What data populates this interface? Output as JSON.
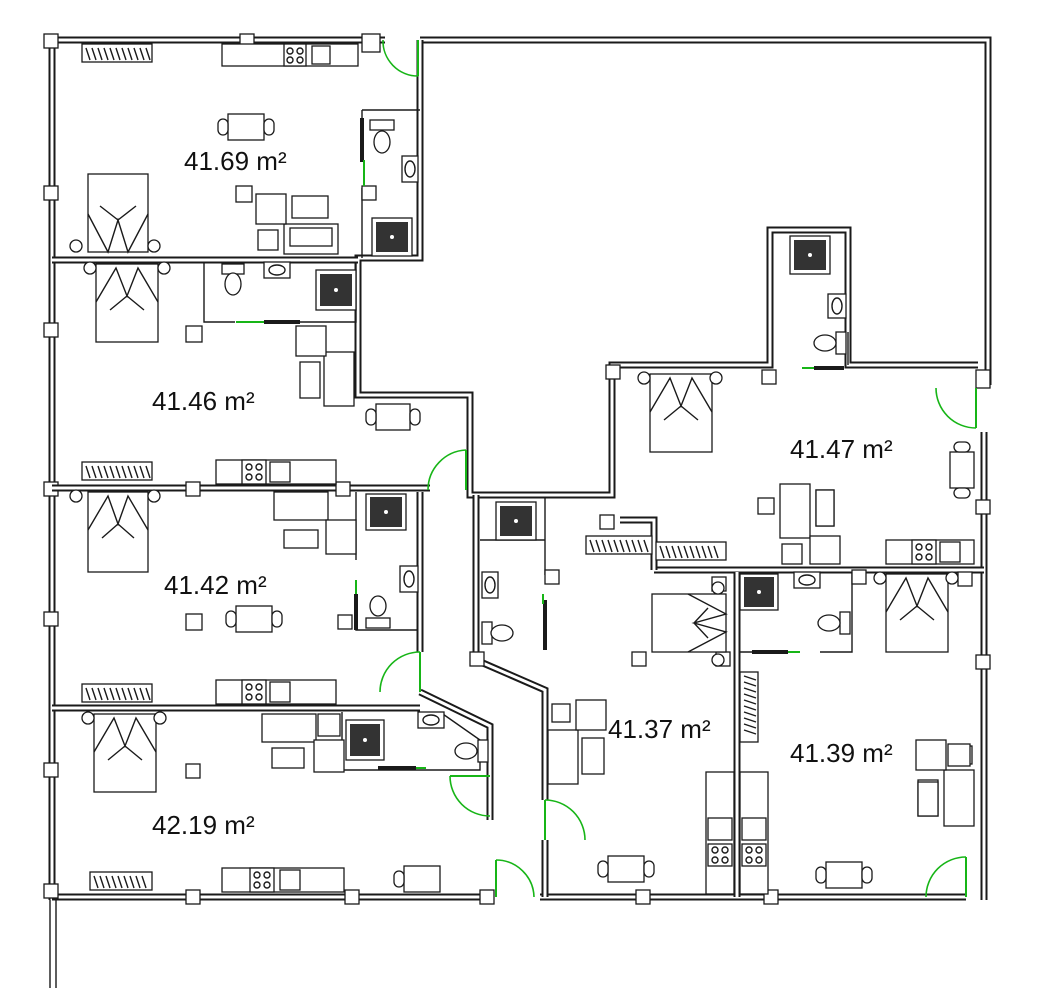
{
  "rooms": [
    {
      "id": "unit-1",
      "area": "41.69 m²"
    },
    {
      "id": "unit-2",
      "area": "41.46 m²"
    },
    {
      "id": "unit-3",
      "area": "41.42 m²"
    },
    {
      "id": "unit-4",
      "area": "42.19 m²"
    },
    {
      "id": "unit-5",
      "area": "41.47 m²"
    },
    {
      "id": "unit-6",
      "area": "41.37 m²"
    },
    {
      "id": "unit-7",
      "area": "41.39 m²"
    }
  ],
  "colors": {
    "wall": "#1a1a1a",
    "door": "#17b517",
    "background": "#ffffff"
  },
  "icons": [
    "bed-icon",
    "sofa-icon",
    "dining-table-icon",
    "toilet-icon",
    "sink-icon",
    "shower-icon",
    "stove-icon",
    "wardrobe-icon",
    "door-swing-icon"
  ]
}
